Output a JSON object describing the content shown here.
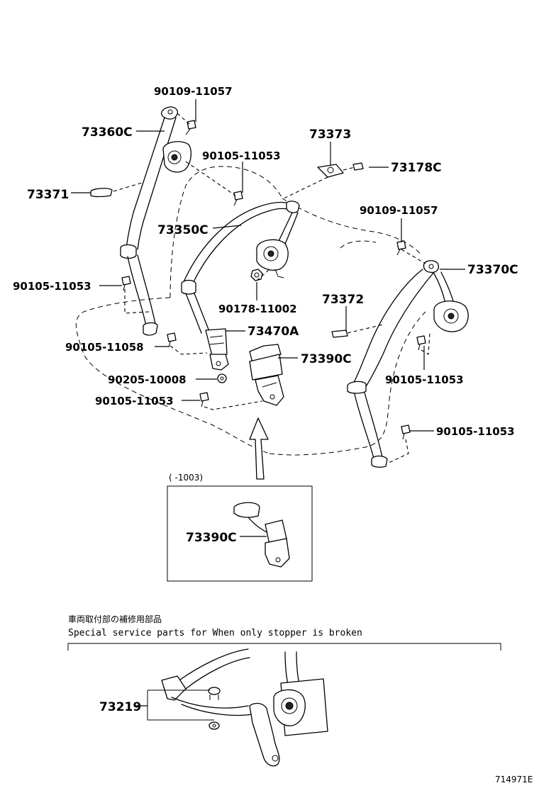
{
  "parts": {
    "p_90109_11057_top": "90109-11057",
    "p_73360C": "73360C",
    "p_73373": "73373",
    "p_90105_11053_mid": "90105-11053",
    "p_73178C": "73178C",
    "p_73371": "73371",
    "p_90109_11057_right": "90109-11057",
    "p_73350C": "73350C",
    "p_73370C": "73370C",
    "p_90105_11053_left": "90105-11053",
    "p_90178_11002": "90178-11002",
    "p_73372": "73372",
    "p_73470A": "73470A",
    "p_90105_11058": "90105-11058",
    "p_73390C": "73390C",
    "p_90205_10008": "90205-10008",
    "p_90105_11053_right_mid": "90105-11053",
    "p_90105_11053_lower_left": "90105-11053",
    "p_90105_11053_lower_right": "90105-11053",
    "p_73390C_inset": "73390C",
    "p_73219": "73219"
  },
  "inset": {
    "range_label": "(      -1003)"
  },
  "service_note": {
    "japanese": "車両取付部の補修用部品",
    "english": "Special   service   parts   for   When   only   stopper   is   broken"
  },
  "figure_id": "714971E"
}
